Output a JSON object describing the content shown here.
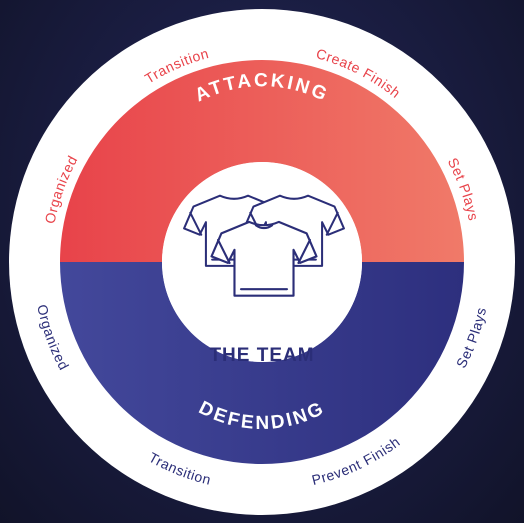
{
  "attacking": {
    "title": "ATTACKING",
    "items": [
      "Organized",
      "Transition",
      "Create Finish",
      "Set Plays"
    ]
  },
  "defending": {
    "title": "DEFENDING",
    "items": [
      "Organized",
      "Transition",
      "Prevent Finish",
      "Set Plays"
    ]
  },
  "center": {
    "label": "THE TEAM",
    "icon": "shirts-icon"
  },
  "colors": {
    "attacking_start": "#e8434a",
    "attacking_end": "#f07a69",
    "defending_start": "#43489b",
    "defending_end": "#2d2f7e",
    "attacking_text": "#e8434a",
    "defending_text": "#2b2e78",
    "ring": "#ffffff"
  }
}
